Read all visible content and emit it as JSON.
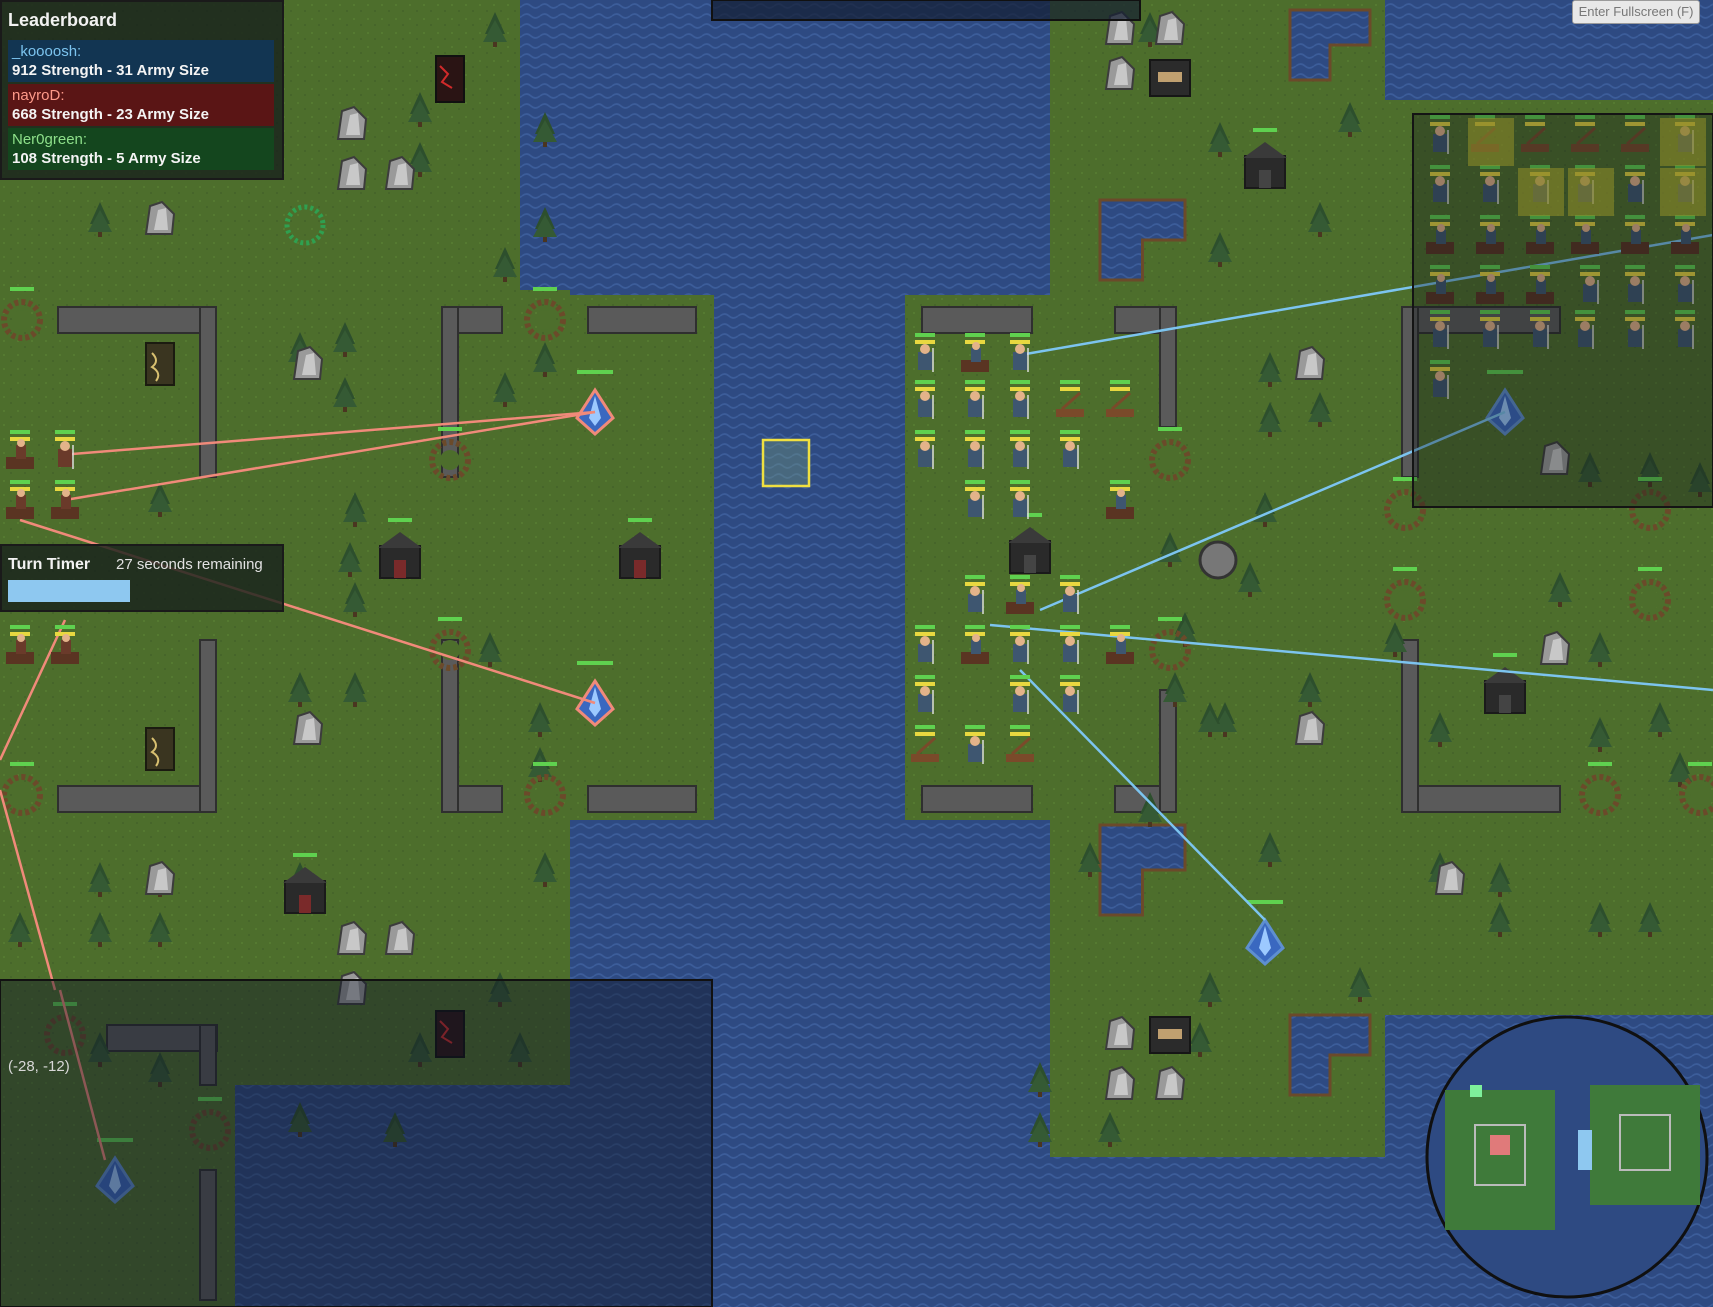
{
  "leaderboard": {
    "title": "Leaderboard",
    "entries": [
      {
        "name": "_koooosh:",
        "stats": "912 Strength - 31 Army Size",
        "color": "#7cc4ef",
        "bg": "#123552"
      },
      {
        "name": "nayroD:",
        "stats": "668 Strength - 23 Army Size",
        "color": "#ff9a8a",
        "bg": "#5a1515"
      },
      {
        "name": "Ner0green:",
        "stats": "108 Strength - 5 Army Size",
        "color": "#8ee08a",
        "bg": "#14461e"
      }
    ]
  },
  "turn_timer": {
    "label": "Turn Timer",
    "remaining": "27 seconds remaining",
    "progress": 0.46,
    "bar_color": "#8ec8f0"
  },
  "fullscreen_button": {
    "label": "Enter Fullscreen (F)"
  },
  "cursor_coords": "(-28, -12)",
  "colors": {
    "grass": "#4d6e2c",
    "water": "#2e4a82",
    "wall": "#5a5a5a",
    "team_blue": "#7cc4ef",
    "team_red": "#f08a7a",
    "team_green": "#5fd14f",
    "selection": "#f0e040"
  },
  "icons": [
    "knight-unit-icon",
    "cavalry-unit-icon",
    "catapult-unit-icon",
    "crystal-tower-icon",
    "barracks-icon",
    "palisade-icon",
    "tree-icon",
    "rock-icon",
    "forge-icon"
  ]
}
